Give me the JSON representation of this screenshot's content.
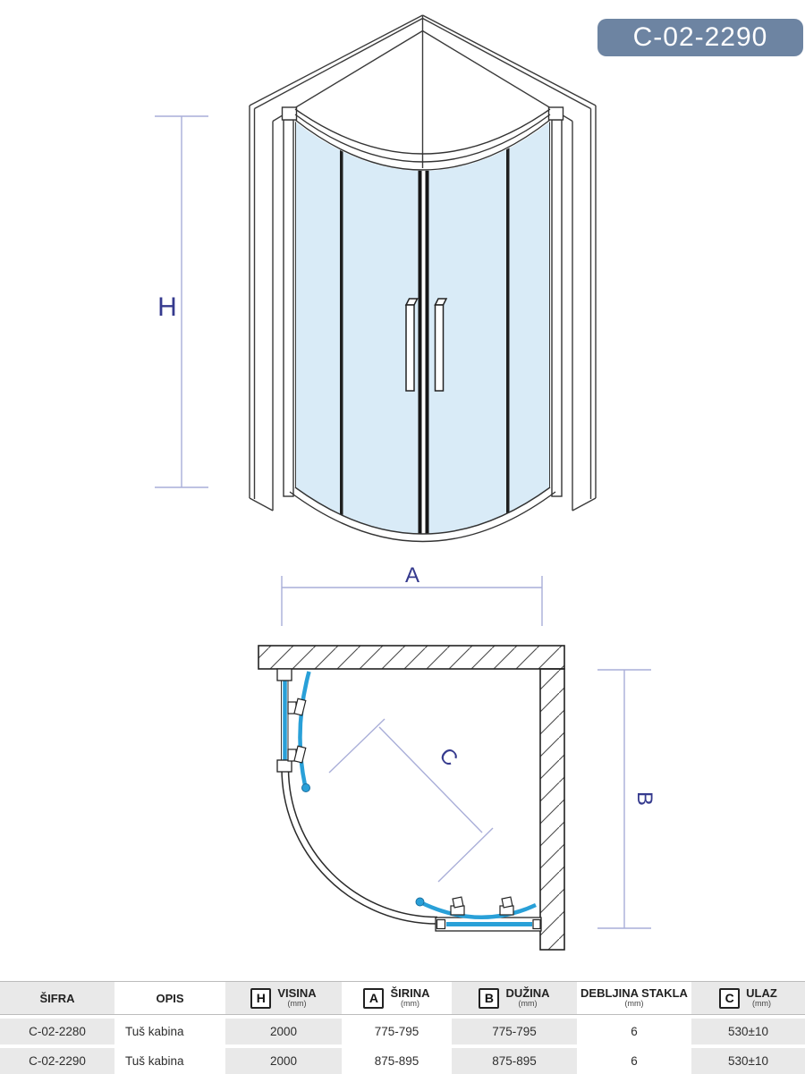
{
  "badge": {
    "code": "C-02-2290"
  },
  "drawing": {
    "front_view": {
      "dimension_h": "H"
    },
    "plan_view": {
      "dimension_a": "A",
      "dimension_b": "B",
      "dimension_c": "C"
    }
  },
  "colors": {
    "badge_bg": "#6d84a2",
    "glass": "#d9ebf7",
    "door_blue": "#29a0d8",
    "dimension_line": "#a9aed8",
    "dimension_label": "#353a8e",
    "row_shade": "#e9e9e9"
  },
  "table": {
    "headers": {
      "sifra": "ŠIFRA",
      "opis": "OPIS",
      "visina": {
        "letter": "H",
        "label": "VISINA",
        "unit": "(mm)"
      },
      "sirina": {
        "letter": "A",
        "label": "ŠIRINA",
        "unit": "(mm)"
      },
      "duzina": {
        "letter": "B",
        "label": "DUŽINA",
        "unit": "(mm)"
      },
      "debljina": {
        "label": "DEBLJINA STAKLA",
        "unit": "(mm)"
      },
      "ulaz": {
        "letter": "C",
        "label": "ULAZ",
        "unit": "(mm)"
      }
    },
    "rows": [
      {
        "sifra": "C-02-2280",
        "opis": "Tuš kabina",
        "visina": "2000",
        "sirina": "775-795",
        "duzina": "775-795",
        "debljina": "6",
        "ulaz": "530±10"
      },
      {
        "sifra": "C-02-2290",
        "opis": "Tuš kabina",
        "visina": "2000",
        "sirina": "875-895",
        "duzina": "875-895",
        "debljina": "6",
        "ulaz": "530±10"
      }
    ]
  }
}
